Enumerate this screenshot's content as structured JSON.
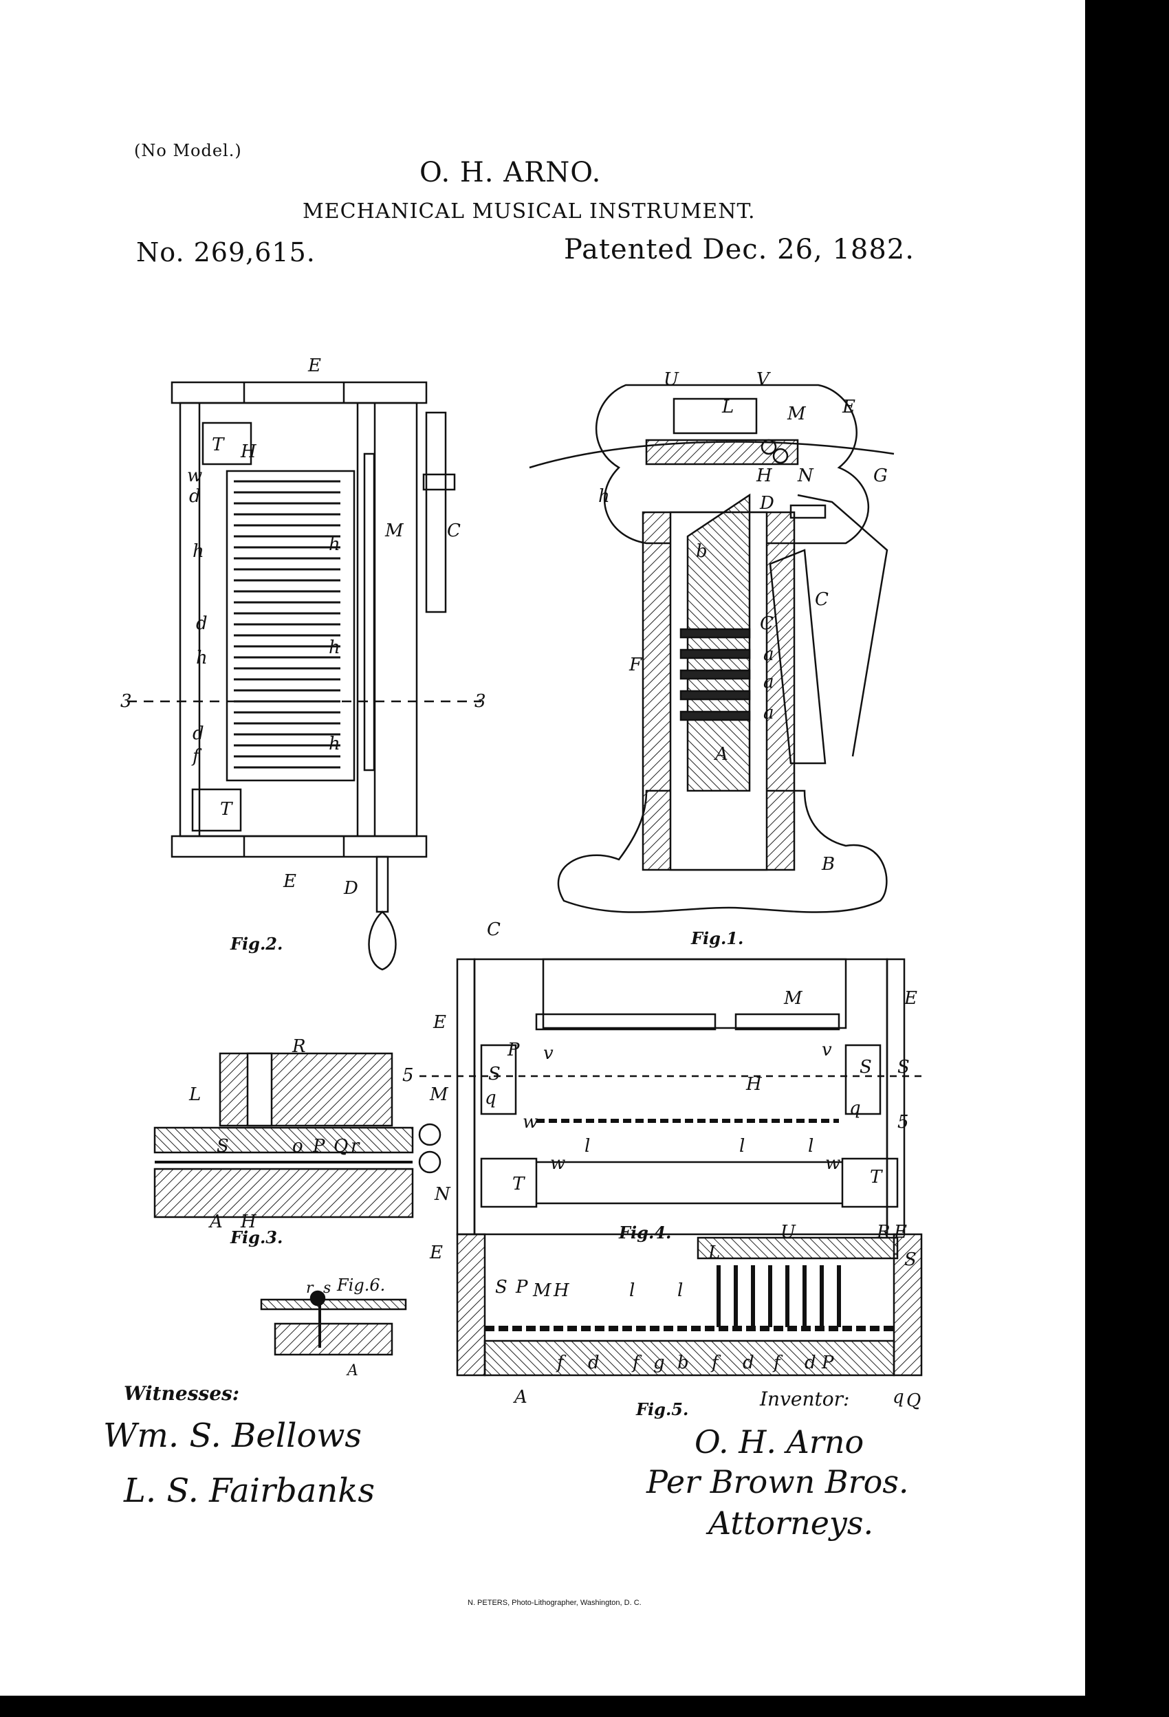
{
  "header": {
    "no_model": "(No Model.)",
    "inventor": "O. H. ARNO.",
    "title": "MECHANICAL MUSICAL INSTRUMENT.",
    "patent_no": "No. 269,615.",
    "patented": "Patented Dec. 26, 1882."
  },
  "figures": {
    "fig1": "Fig.1.",
    "fig2": "Fig.2.",
    "fig3": "Fig.3.",
    "fig4": "Fig.4.",
    "fig5": "Fig.5.",
    "fig6": "Fig.6."
  },
  "labels": {
    "witnesses": "Witnesses:",
    "witness_1": "Wm. S. Bellows",
    "witness_2": "L. S. Fairbanks",
    "inventor_label": "Inventor:",
    "inventor_sig": "O. H. Arno",
    "per": "Per Brown Bros.",
    "attorneys": "Attorneys."
  },
  "footer": {
    "lithographer": "N. PETERS, Photo-Lithographer, Washington, D. C."
  }
}
